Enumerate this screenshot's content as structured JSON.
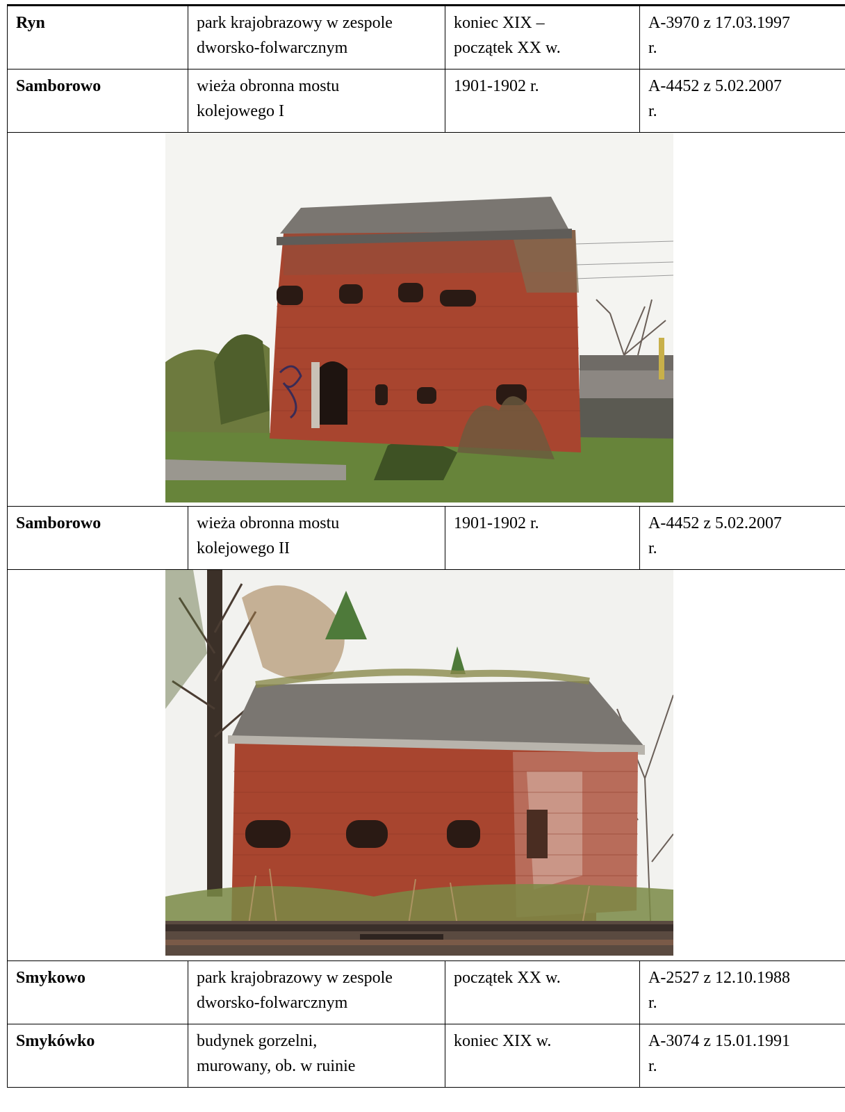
{
  "rows": [
    {
      "place": "Ryn",
      "object": [
        "park krajobrazowy w zespole",
        "dworsko-folwarcznym"
      ],
      "date": [
        "koniec XIX –",
        "początek XX w."
      ],
      "register": [
        "A-3970 z 17.03.1997",
        "r."
      ]
    },
    {
      "place": "Samborowo",
      "object": [
        "wieża obronna mostu",
        "kolejowego I"
      ],
      "date": [
        "1901-1902 r.",
        ""
      ],
      "register": [
        "A-4452 z 5.02.2007",
        "r."
      ]
    },
    {
      "place": "Samborowo",
      "object": [
        "wieża obronna mostu",
        "kolejowego II"
      ],
      "date": [
        "1901-1902 r.",
        ""
      ],
      "register": [
        "A-4452 z 5.02.2007",
        "r."
      ]
    },
    {
      "place": "Smykowo",
      "object": [
        "park krajobrazowy w zespole",
        "dworsko-folwarcznym"
      ],
      "date": [
        "początek XX w.",
        ""
      ],
      "register": [
        "A-2527 z 12.10.1988",
        "r."
      ]
    },
    {
      "place": "Smykówko",
      "object": [
        "budynek gorzelni,",
        "murowany, ob. w ruinie"
      ],
      "date": [
        "koniec XIX w.",
        ""
      ],
      "register": [
        "A-3074 z 15.01.1991",
        "r."
      ]
    }
  ],
  "colors": {
    "brick": "#a8452f",
    "concrete": "#7a7671",
    "grass": "#5f7a34",
    "sky": "#f2f2ef"
  }
}
